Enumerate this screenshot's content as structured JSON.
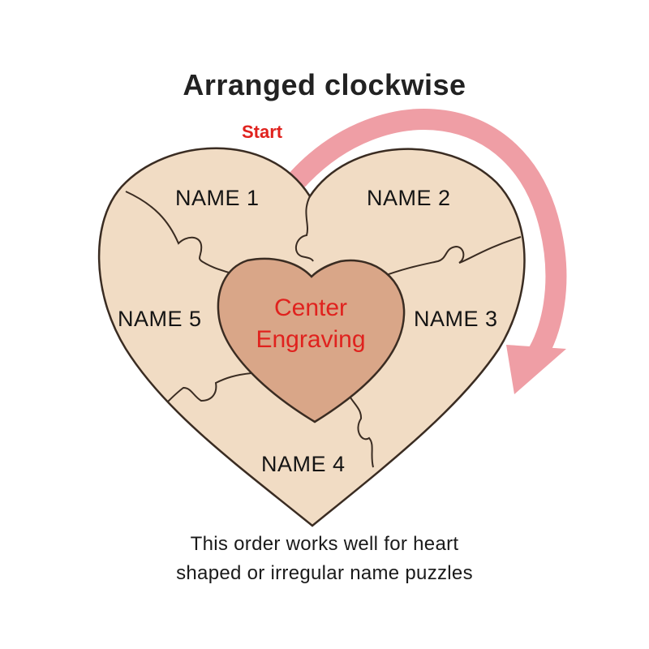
{
  "title": "Arranged clockwise",
  "start_label": "Start",
  "pieces": {
    "name1": "NAME 1",
    "name2": "NAME 2",
    "name3": "NAME 3",
    "name4": "NAME 4",
    "name5": "NAME 5"
  },
  "center": {
    "line1": "Center",
    "line2": "Engraving"
  },
  "caption": {
    "line1": "This order works well for heart",
    "line2": "shaped or irregular name puzzles"
  },
  "colors": {
    "wood": "#f1dcc4",
    "wood_edge": "#3a2c22",
    "center_heart": "#d9a688",
    "arrow": "#ef9ea5",
    "label_red": "#e0221e"
  }
}
